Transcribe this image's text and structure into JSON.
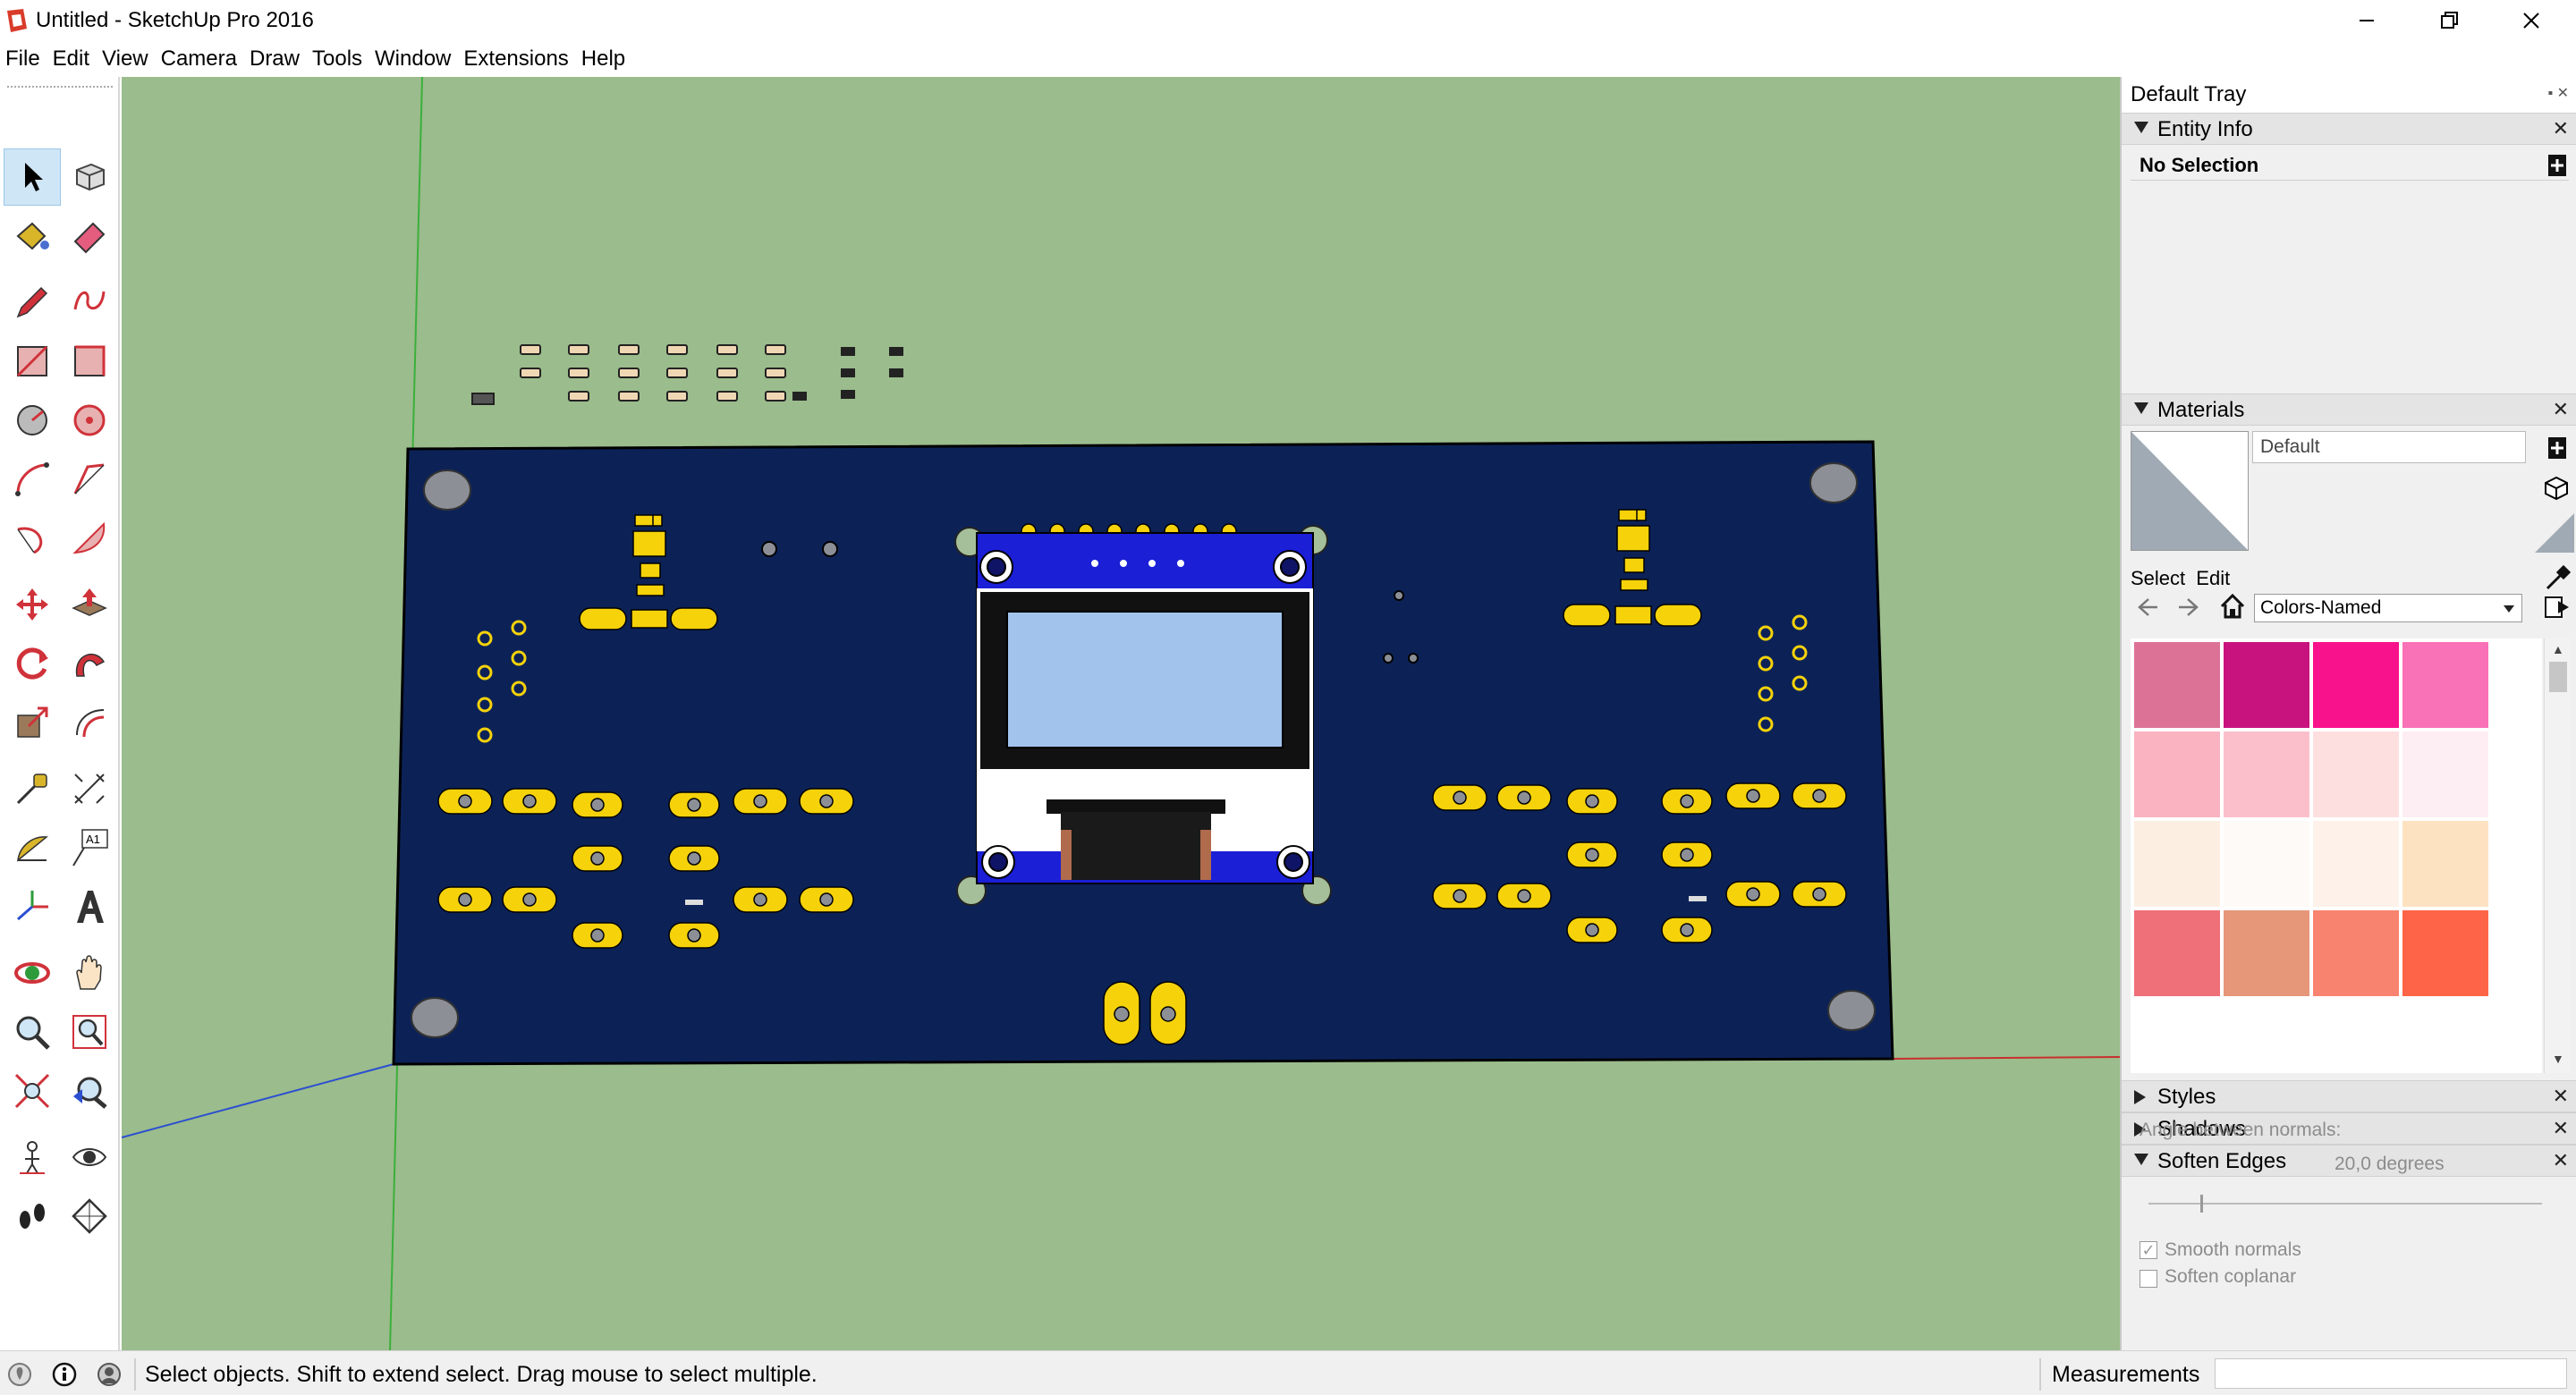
{
  "window": {
    "title": "Untitled - SketchUp Pro 2016",
    "minimize": "─",
    "restore": "❐",
    "close": "✕"
  },
  "menu": [
    "File",
    "Edit",
    "View",
    "Camera",
    "Draw",
    "Tools",
    "Window",
    "Extensions",
    "Help"
  ],
  "toolbar": {
    "tools": [
      {
        "name": "select",
        "icon": "arrow-cursor-icon",
        "active": true
      },
      {
        "name": "make-component",
        "icon": "component-icon"
      },
      {
        "name": "paint-bucket",
        "icon": "paint-bucket-icon"
      },
      {
        "name": "eraser",
        "icon": "eraser-icon"
      },
      {
        "name": "line",
        "icon": "pencil-icon"
      },
      {
        "name": "freehand",
        "icon": "freehand-icon"
      },
      {
        "name": "rectangle",
        "icon": "rectangle-icon"
      },
      {
        "name": "rotated-rectangle",
        "icon": "rotated-rectangle-icon"
      },
      {
        "name": "circle",
        "icon": "circle-icon"
      },
      {
        "name": "polygon",
        "icon": "polygon-icon"
      },
      {
        "name": "arc",
        "icon": "arc-icon"
      },
      {
        "name": "2-point-arc",
        "icon": "arc-2pt-icon"
      },
      {
        "name": "3-point-arc",
        "icon": "arc-3pt-icon"
      },
      {
        "name": "pie",
        "icon": "pie-icon"
      },
      {
        "name": "move",
        "icon": "move-icon"
      },
      {
        "name": "push-pull",
        "icon": "push-pull-icon"
      },
      {
        "name": "rotate",
        "icon": "rotate-icon"
      },
      {
        "name": "follow-me",
        "icon": "follow-me-icon"
      },
      {
        "name": "scale",
        "icon": "scale-icon"
      },
      {
        "name": "offset",
        "icon": "offset-icon"
      },
      {
        "name": "tape-measure",
        "icon": "tape-measure-icon"
      },
      {
        "name": "dimension",
        "icon": "dimension-icon"
      },
      {
        "name": "protractor",
        "icon": "protractor-icon"
      },
      {
        "name": "text",
        "icon": "text-icon",
        "label": "A1"
      },
      {
        "name": "axes",
        "icon": "axes-icon"
      },
      {
        "name": "3d-text",
        "icon": "3d-text-icon"
      },
      {
        "name": "orbit",
        "icon": "orbit-icon"
      },
      {
        "name": "pan",
        "icon": "hand-icon"
      },
      {
        "name": "zoom",
        "icon": "zoom-icon"
      },
      {
        "name": "zoom-window",
        "icon": "zoom-window-icon"
      },
      {
        "name": "zoom-extents",
        "icon": "zoom-extents-icon"
      },
      {
        "name": "previous-view",
        "icon": "previous-view-icon"
      },
      {
        "name": "position-camera",
        "icon": "position-camera-icon"
      },
      {
        "name": "look-around",
        "icon": "eye-icon"
      },
      {
        "name": "walk",
        "icon": "footprints-icon"
      },
      {
        "name": "section-plane",
        "icon": "section-plane-icon"
      }
    ]
  },
  "tray": {
    "title": "Default Tray",
    "entity_info": {
      "header": "Entity Info",
      "selection": "No Selection"
    },
    "materials": {
      "header": "Materials",
      "name": "Default",
      "tab_select": "Select",
      "tab_edit": "Edit",
      "library": "Colors-Named",
      "swatches": [
        "#dc7396",
        "#c8137e",
        "#f8128b",
        "#f971b6",
        "#f9b3c1",
        "#fbbfcc",
        "#fddfe0",
        "#fdeef3",
        "#fcefe2",
        "#fefaf7",
        "#fdf1ea",
        "#fde2c2",
        "#ef7078",
        "#e6977a",
        "#f8836e",
        "#fe6548"
      ]
    },
    "styles": {
      "header": "Styles"
    },
    "shadows": {
      "header": "Shadows"
    },
    "soften_edges": {
      "header": "Soften Edges",
      "angle_label": "Angle between normals:",
      "angle_value": "20,0  degrees",
      "smooth_normals": "Smooth normals",
      "soften_coplanar": "Soften coplanar"
    }
  },
  "status": {
    "message": "Select objects. Shift to extend select. Drag mouse to select multiple.",
    "measurements_label": "Measurements"
  },
  "colors": {
    "viewport_bg": "#9bbc8c",
    "pcb": "#0c2257",
    "pads": "#f5d20a",
    "oled_board": "#1b1fd6",
    "oled_screen": "#a2c4ec",
    "active_tool": "#cfe6f7"
  }
}
